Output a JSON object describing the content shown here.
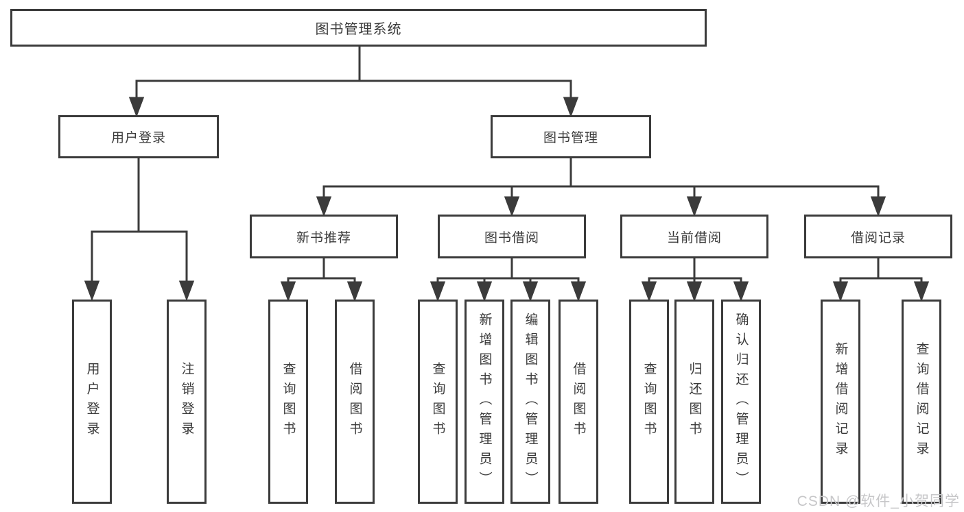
{
  "colors": {
    "line": "#3b3b3b",
    "box_border": "#3b3b3b",
    "text": "#3a3a3a",
    "background": "#ffffff",
    "watermark": "#c7c7c9"
  },
  "watermark": {
    "text": "CSDN @软件_小贺同学"
  },
  "tree": {
    "label": "图书管理系统",
    "children": [
      {
        "label": "用户登录",
        "children": [
          {
            "label": "用户登录"
          },
          {
            "label": "注销登录"
          }
        ]
      },
      {
        "label": "图书管理",
        "children": [
          {
            "label": "新书推荐",
            "children": [
              {
                "label": "查询图书"
              },
              {
                "label": "借阅图书"
              }
            ]
          },
          {
            "label": "图书借阅",
            "children": [
              {
                "label": "查询图书"
              },
              {
                "label": "新增图书（管理员）"
              },
              {
                "label": "编辑图书（管理员）"
              },
              {
                "label": "借阅图书"
              }
            ]
          },
          {
            "label": "当前借阅",
            "children": [
              {
                "label": "查询图书"
              },
              {
                "label": "归还图书"
              },
              {
                "label": "确认归还（管理员）"
              }
            ]
          },
          {
            "label": "借阅记录",
            "children": [
              {
                "label": "新增借阅记录"
              },
              {
                "label": "查询借阅记录"
              }
            ]
          }
        ]
      }
    ]
  }
}
